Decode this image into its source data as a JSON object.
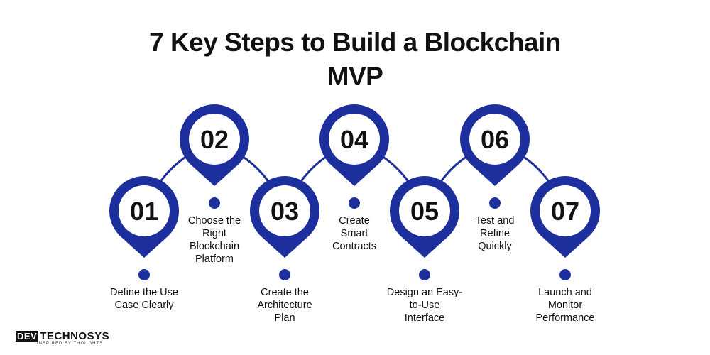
{
  "title": {
    "line1": "7 Key Steps to Build a Blockchain",
    "line2": "MVP"
  },
  "steps": [
    {
      "number": "01",
      "label_lines": [
        "Define the Use",
        "Case Clearly"
      ]
    },
    {
      "number": "02",
      "label_lines": [
        "Choose the",
        "Right",
        "Blockchain",
        "Platform"
      ]
    },
    {
      "number": "03",
      "label_lines": [
        "Create the",
        "Architecture",
        "Plan"
      ]
    },
    {
      "number": "04",
      "label_lines": [
        "Create",
        "Smart",
        "Contracts"
      ]
    },
    {
      "number": "05",
      "label_lines": [
        "Design an Easy-",
        "to-Use",
        "Interface"
      ]
    },
    {
      "number": "06",
      "label_lines": [
        "Test and",
        "Refine",
        "Quickly"
      ]
    },
    {
      "number": "07",
      "label_lines": [
        "Launch and",
        "Monitor",
        "Performance"
      ]
    }
  ],
  "logo": {
    "brand_box": "DEV",
    "brand_rest": "TECHNOSYS",
    "tagline": "INSPIRED BY THOUGHTS"
  },
  "colors": {
    "pin": "#1c2f9c",
    "connector": "#1c2f9c",
    "pin_inner": "#ffffff",
    "text": "#111111"
  }
}
